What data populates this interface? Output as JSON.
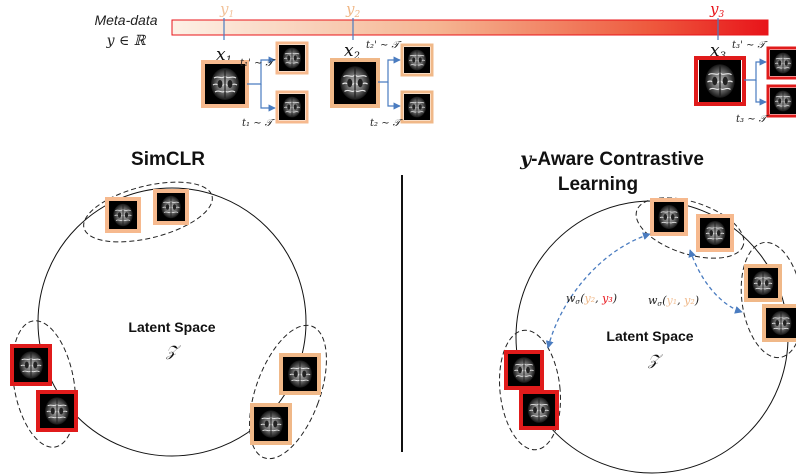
{
  "metadata": {
    "label_line1": "Meta-data",
    "label_line2": "y ∈ ℝ",
    "y1": "y",
    "y1_sub": "1",
    "y2": "y",
    "y2_sub": "2",
    "y3": "y",
    "y3_sub": "3"
  },
  "samples": {
    "x1": "x",
    "x1_sub": "1",
    "x2": "x",
    "x2_sub": "2",
    "x3": "x",
    "x3_sub": "3",
    "t1p": "t₁' ∼ 𝒯",
    "t1": "t₁ ∼ 𝒯",
    "t2p": "t₂' ∼ 𝒯",
    "t2": "t₂ ∼ 𝒯",
    "t3p": "t₃' ∼ 𝒯",
    "t3": "t₃ ∼ 𝒯"
  },
  "left_panel": {
    "title": "SimCLR",
    "latent_label": "Latent Space",
    "latent_symbol": "𝒵"
  },
  "right_panel": {
    "title_prefix": "y",
    "title_rest": "-Aware Contrastive",
    "title_line2": "Learning",
    "latent_label": "Latent Space",
    "latent_symbol": "𝒵",
    "w1_prefix": "w",
    "w1_sub": "σ",
    "w1_open": "(",
    "w1_a": "y₂",
    "w1_sep": ", ",
    "w1_b": "y₃",
    "w1_close": ")",
    "w2_prefix": "w",
    "w2_sub": "σ",
    "w2_open": "(",
    "w2_a": "y₁",
    "w2_sep": ", ",
    "w2_b": "y₂",
    "w2_close": ")"
  },
  "colors": {
    "y1": "#f2c39b",
    "y2": "#f0b888",
    "y3": "#e8141a",
    "peach_frame": "#f6b98e",
    "red_frame": "#e01b1b",
    "arrow_blue": "#4a7cc0",
    "dashed_blue": "#4a7cc0"
  }
}
